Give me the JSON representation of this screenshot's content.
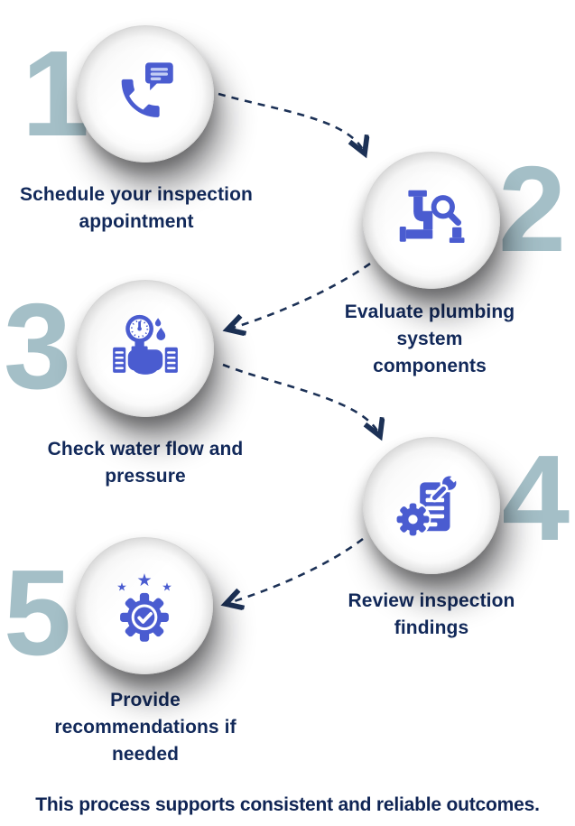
{
  "infographic": {
    "type": "process-steps",
    "background": "#ffffff"
  },
  "colors": {
    "icon_blue": "#4a5cd0",
    "icon_line_light": "#c3cdf4",
    "number_steel": "#a4bfc7",
    "label_navy": "#12295a",
    "connector_navy": "#1c3156",
    "circle_fill": "#ffffff",
    "circle_rim": "#e0e0e0"
  },
  "steps": [
    {
      "number": "1",
      "icon": "phone-chat-icon",
      "label": "Schedule your inspection\nappointment"
    },
    {
      "number": "2",
      "icon": "pipe-magnifier-icon",
      "label": "Evaluate plumbing\nsystem\ncomponents"
    },
    {
      "number": "3",
      "icon": "gauge-valve-icon",
      "label": "Check water flow and\npressure"
    },
    {
      "number": "4",
      "icon": "clipboard-wrench-gear-icon",
      "label": "Review inspection\nfindings"
    },
    {
      "number": "5",
      "icon": "gear-check-stars-icon",
      "label": "Provide\nrecommendations if\nneeded"
    }
  ],
  "connectors": {
    "style": "dashed-arrow",
    "count": 4
  },
  "footer": {
    "text": "This process supports consistent and reliable outcomes."
  }
}
